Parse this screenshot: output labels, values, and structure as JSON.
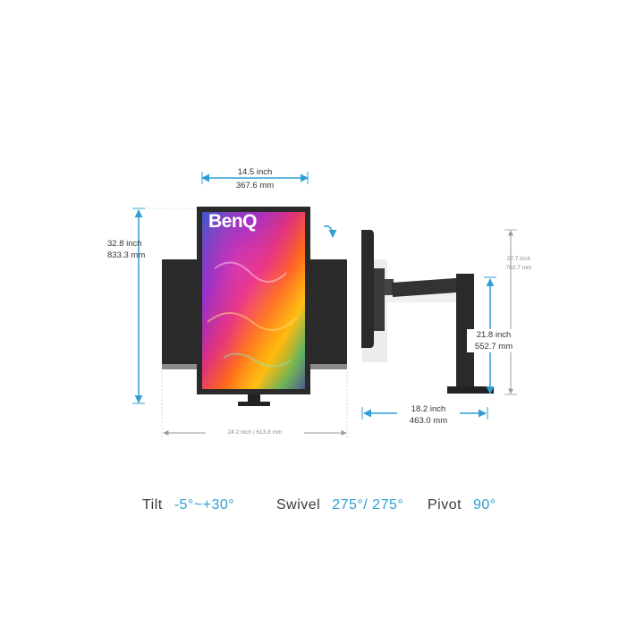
{
  "brand": {
    "logo_text": "BenQ"
  },
  "dimensions": {
    "width_portrait": {
      "inch": "14.5 inch",
      "mm": "367.6 mm"
    },
    "height_max": {
      "inch": "32.8 inch",
      "mm": "833.3 mm"
    },
    "width_landscape": {
      "text": "24.2 inch / 613.8 mm"
    },
    "side_height_max": {
      "inch": "27.7 inch",
      "mm": "702.7 mm"
    },
    "side_height_min": {
      "inch": "21.8 inch",
      "mm": "552.7 mm"
    },
    "depth": {
      "inch": "18.2 inch",
      "mm": "463.0 mm"
    }
  },
  "specs": {
    "tilt": {
      "label": "Tilt",
      "value": "-5°~+30°"
    },
    "swivel": {
      "label": "Swivel",
      "value": "275°/ 275°"
    },
    "pivot": {
      "label": "Pivot",
      "value": "90°"
    }
  },
  "colors": {
    "accent_blue": "#2f9fd4",
    "monitor_black": "#2a2a2a",
    "dim_gray": "#9a9a9a"
  }
}
